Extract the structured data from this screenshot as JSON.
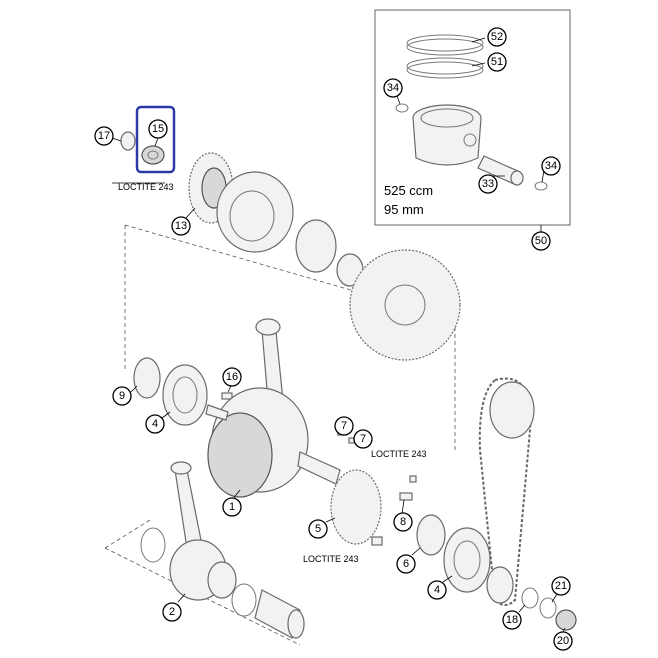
{
  "callouts": {
    "c15": "15",
    "c17": "17",
    "c13": "13",
    "c52": "52",
    "c51": "51",
    "c34a": "34",
    "c34b": "34",
    "c33": "33",
    "c50": "50",
    "c9": "9",
    "c4a": "4",
    "c16": "16",
    "c7a": "7",
    "c7b": "7",
    "c1": "1",
    "c5": "5",
    "c8": "8",
    "c6": "6",
    "c4b": "4",
    "c2": "2",
    "c18": "18",
    "c21": "21",
    "c20": "20"
  },
  "loctite": {
    "l1": "LOCTITE 243",
    "l2": "LOCTITE 243",
    "l3": "LOCTITE 243"
  },
  "piston_box": {
    "displacement": "525 ccm",
    "bore": "95 mm"
  },
  "colors": {
    "highlight": "#2b3aa8"
  }
}
